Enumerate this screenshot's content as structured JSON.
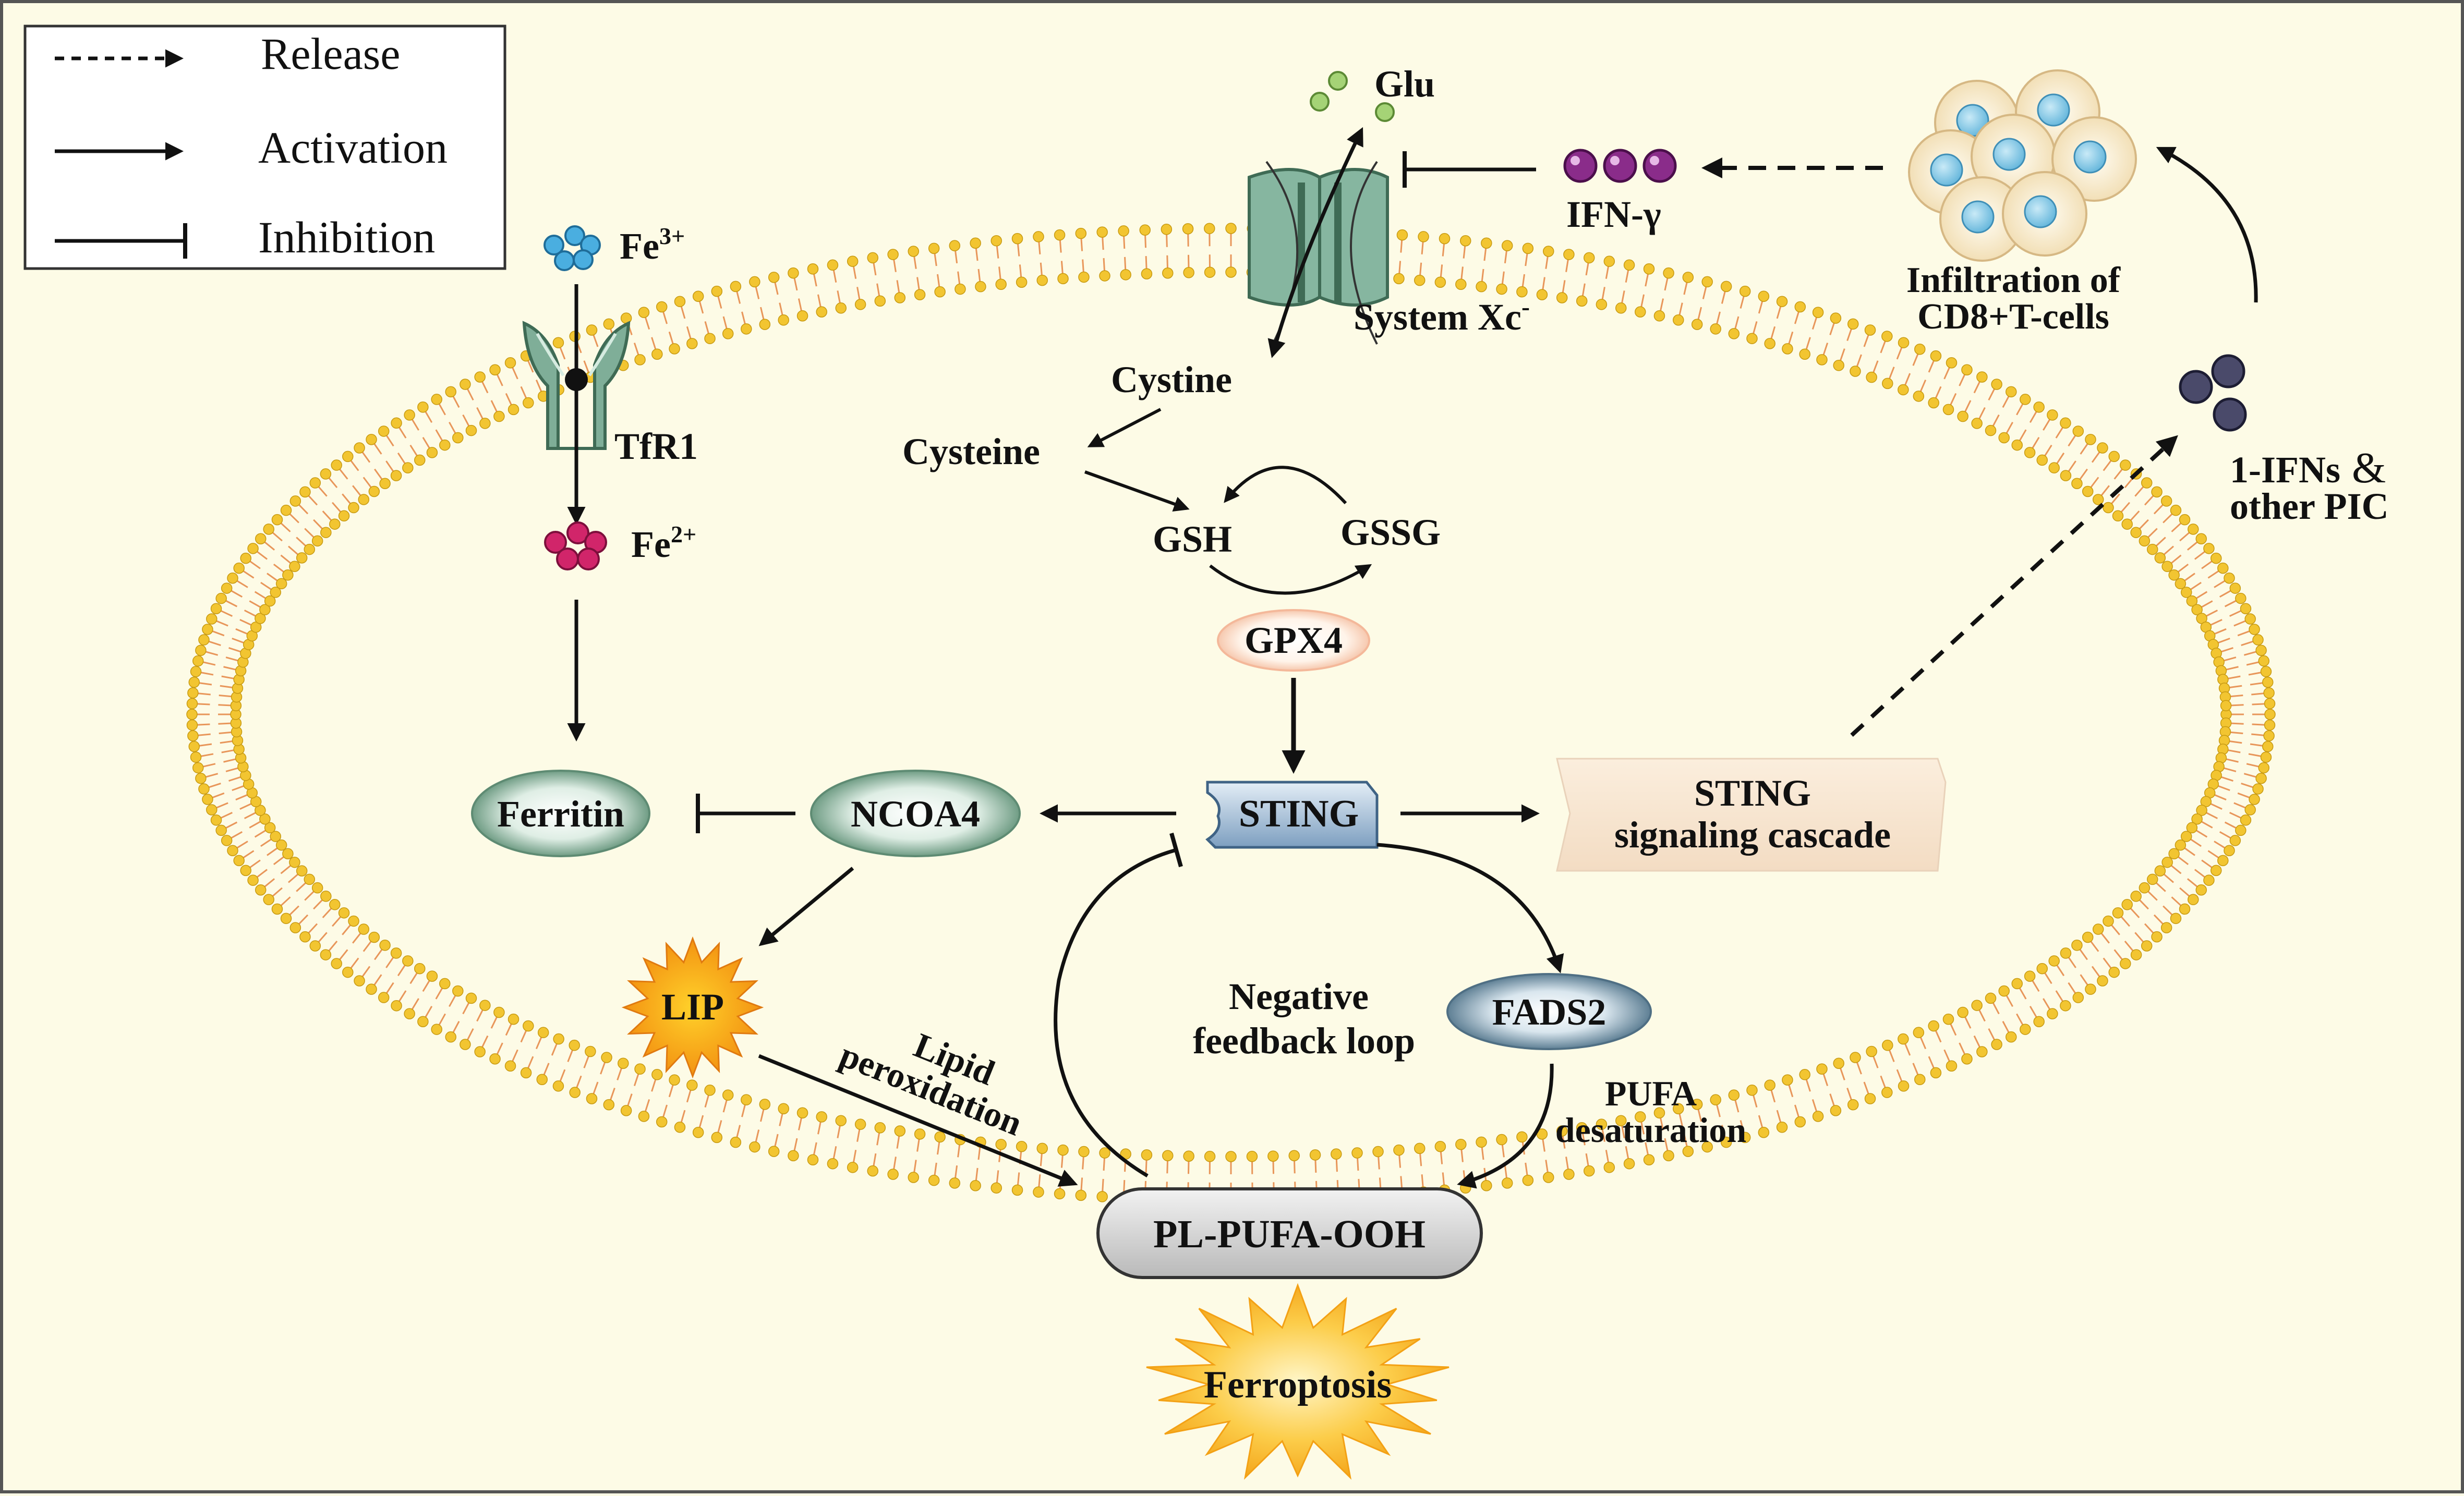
{
  "legend": {
    "release": "Release",
    "activation": "Activation",
    "inhibition": "Inhibition"
  },
  "labels": {
    "fe3": "Fe",
    "fe3_sup": "3+",
    "fe2": "Fe",
    "fe2_sup": "2+",
    "tfr1": "TfR1",
    "glu": "Glu",
    "system_xc": "System Xc",
    "system_xc_sup": "-",
    "ifn_gamma": "IFN-γ",
    "infiltration_line1": "Infiltration of",
    "infiltration_line2": "CD8+T-cells",
    "ifns_line1": "1-IFNs",
    "ifns_amp": "&",
    "ifns_line2": "other PIC",
    "cystine": "Cystine",
    "cysteine": "Cysteine",
    "gsh": "GSH",
    "gssg": "GSSG",
    "gpx4": "GPX4",
    "sting": "STING",
    "sting_cascade_line1": "STING",
    "sting_cascade_line2": "signaling cascade",
    "ferritin": "Ferritin",
    "ncoa4": "NCOA4",
    "lip": "LIP",
    "lipid_line1": "Lipid",
    "lipid_line2": "peroxidation",
    "negative_line1": "Negative",
    "negative_line2": "feedback loop",
    "fads2": "FADS2",
    "pufa_line1": "PUFA",
    "pufa_line2": "desaturation",
    "pl_pufa_ooh": "PL-PUFA-OOH",
    "ferroptosis": "Ferroptosis"
  },
  "colors": {
    "background": "#fdfbe6",
    "membrane_head": "#f2c531",
    "membrane_tail": "#e8965a",
    "fe3_particle": "#4aaee0",
    "fe2_particle": "#d1256a",
    "glu_particle": "#a5d376",
    "ifn_particle": "#8a2c8a",
    "pic_particle": "#4a4a6a",
    "receptor_green": "#7fae98",
    "ferroptosis_burst": "#f7b81d"
  }
}
